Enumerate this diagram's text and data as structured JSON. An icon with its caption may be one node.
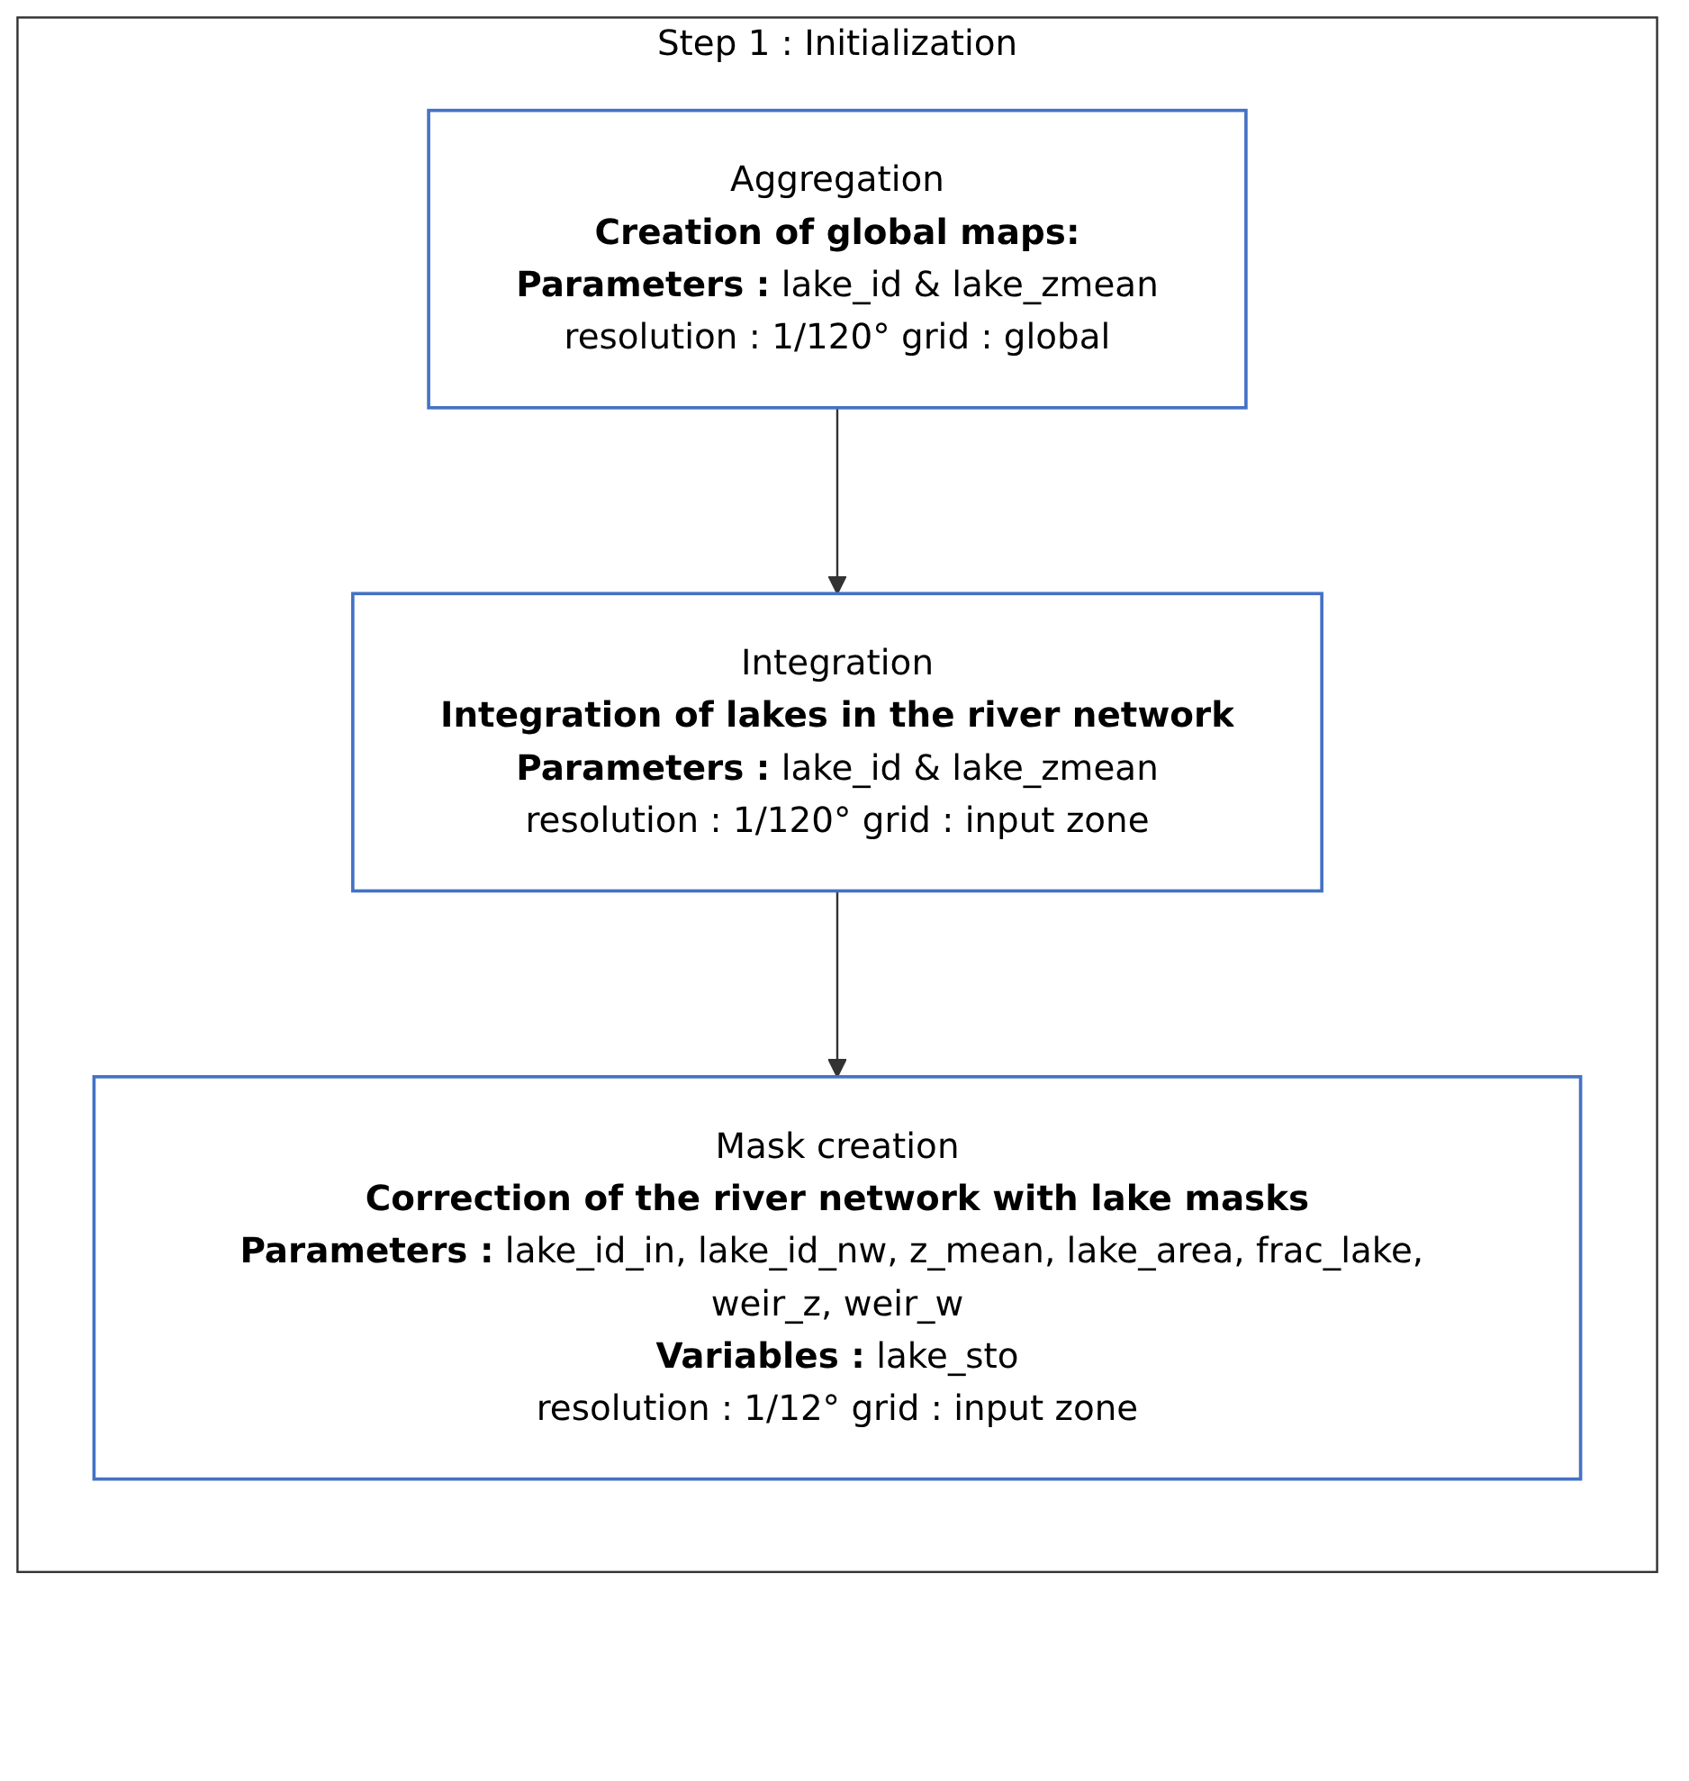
{
  "diagram": {
    "nodes": [
      {
        "text": [
          "Step 1 : Initialization"
        ]
      },
      {
        "text": [
          "Aggregation",
          "**Creation of global maps:**",
          "**Parameters :** lake_id & lake_zmean",
          "resolution : 1/120° grid : global"
        ],
        "in": 0
      },
      {
        "text": [
          "Integration",
          "**Integration of lakes in the river network**",
          "**Parameters :** lake_id & lake_zmean",
          "resolution : 1/120° grid : input zone"
        ],
        "in": 0
      },
      {
        "text": [
          "Mask creation",
          "**Correction of the river network with lake masks**",
          "**Parameters :** lake_id_in, lake_id_nw, z_mean, lake_area, frac_lake, weir_z, weir_w",
          "**Variables :** lake_sto",
          "resolution : 1/12° grid : input zone"
        ],
        "in": 0
      }
    ],
    "edges": [
      {
        "from": 1,
        "to": 2,
        "arrow": "to"
      },
      {
        "from": 2,
        "to": 3,
        "arrow": "to"
      }
    ]
  }
}
